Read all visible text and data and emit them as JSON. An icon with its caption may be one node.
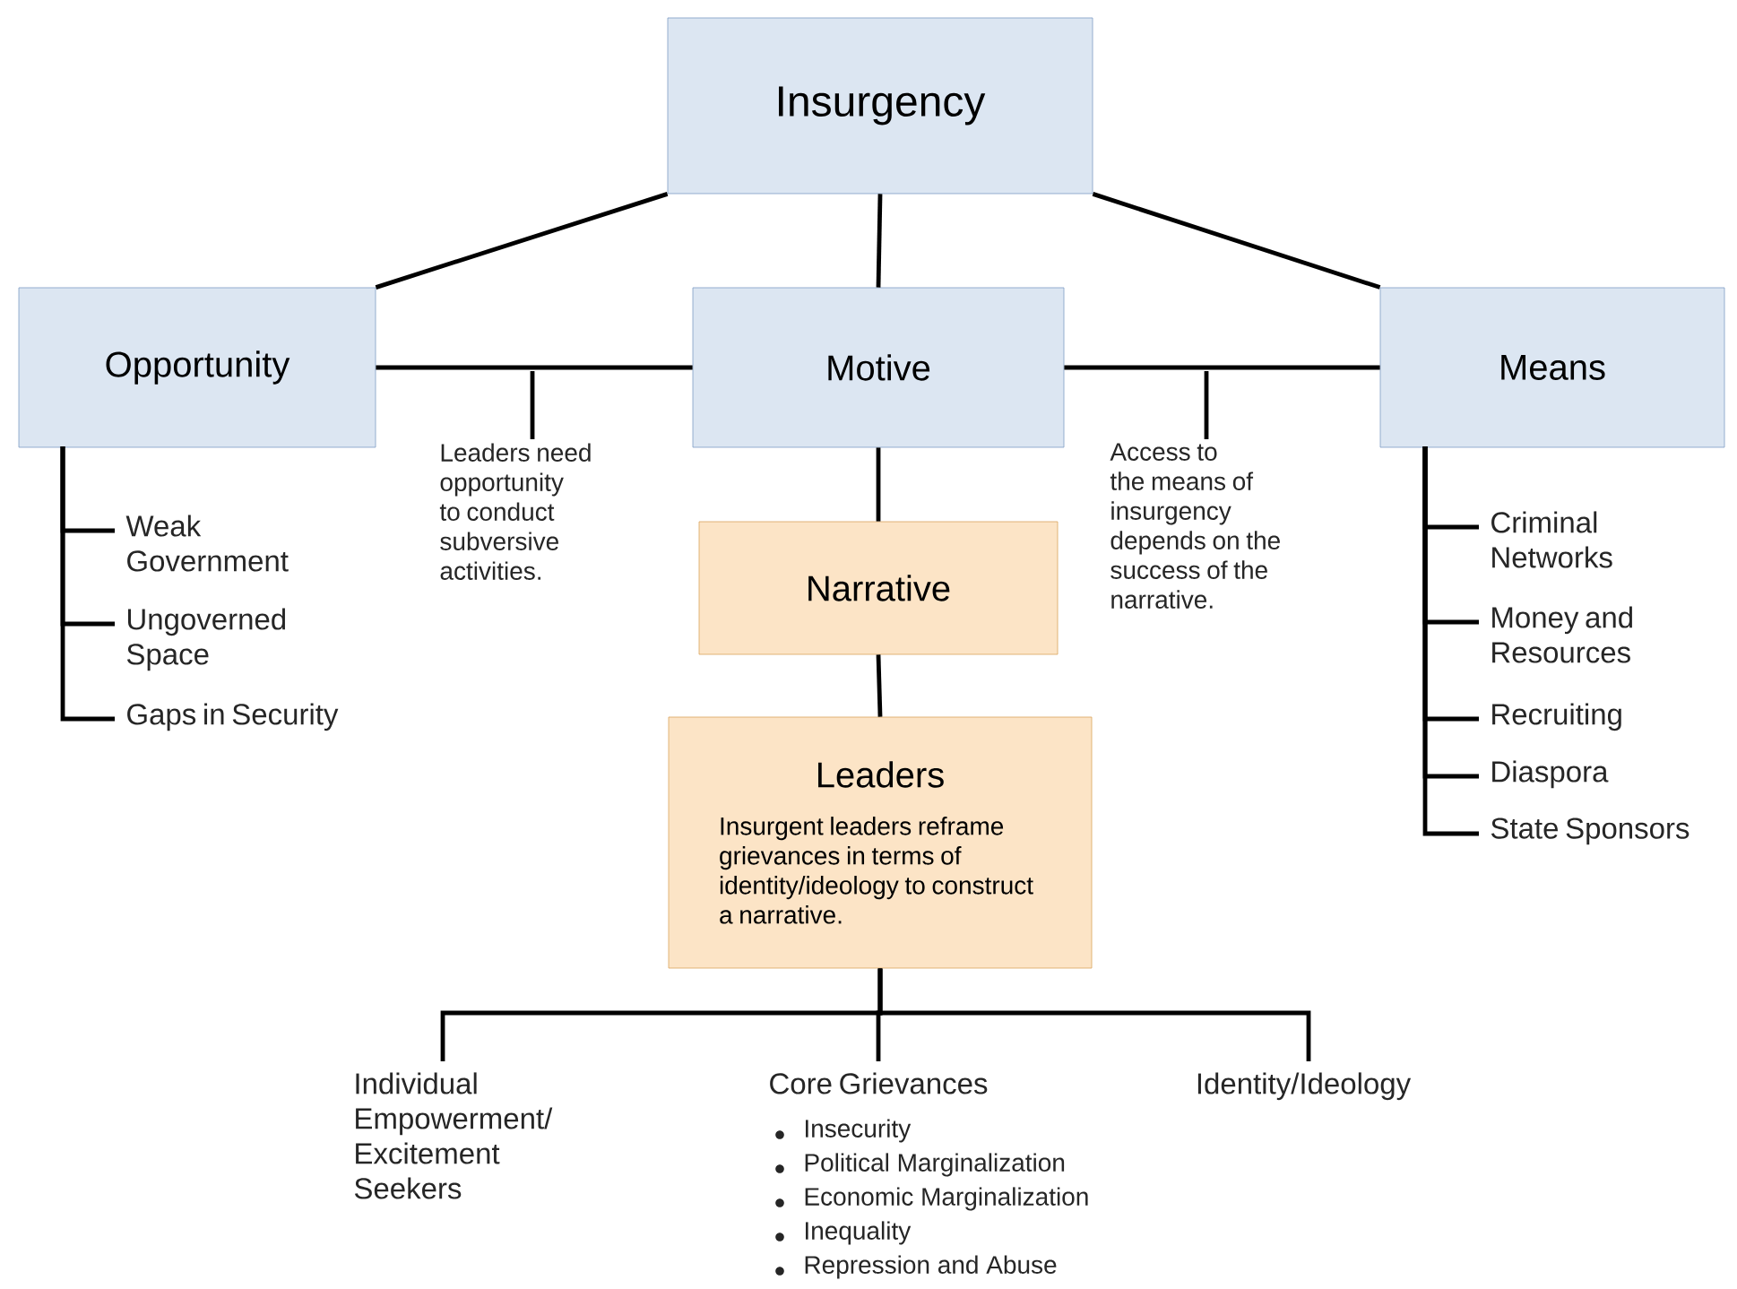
{
  "diagram": {
    "nodes": [
      {
        "text": [
          "Insurgency"
        ]
      },
      {
        "text": [
          "Opportunity"
        ]
      },
      {
        "text": [
          "Motive"
        ]
      },
      {
        "text": [
          "Means"
        ]
      },
      {
        "text": [
          "Narrative"
        ]
      },
      {
        "text": [
          "Leaders",
          "Insurgent leaders reframe grievances in terms of identity/ideology to construct a narrative."
        ]
      },
      {
        "text": [
          "Leaders need opportunity to conduct subversive activities."
        ]
      },
      {
        "text": [
          "Access to the means of insurgency depends on the success of the narrative."
        ]
      },
      {
        "text": [
          "Weak Government"
        ]
      },
      {
        "text": [
          "Ungoverned Space"
        ]
      },
      {
        "text": [
          "Gaps in Security"
        ]
      },
      {
        "text": [
          "Criminal Networks"
        ]
      },
      {
        "text": [
          "Money and Resources"
        ]
      },
      {
        "text": [
          "Recruiting"
        ]
      },
      {
        "text": [
          "Diaspora"
        ]
      },
      {
        "text": [
          "State Sponsors"
        ]
      },
      {
        "text": [
          "Individual Empowerment/ Excitement Seekers"
        ]
      },
      {
        "text": [
          "Core Grievances"
        ],
        "beside": [
          "Insecurity",
          "Political Marginalization",
          "Economic Marginalization",
          "Inequality",
          "Repression and Abuse"
        ]
      },
      {
        "text": [
          "Identity/Ideology"
        ]
      }
    ],
    "edges": [
      {
        "from": 0,
        "to": 1,
        "arrow": "none"
      },
      {
        "from": 0,
        "to": 2,
        "arrow": "none"
      },
      {
        "from": 0,
        "to": 3,
        "arrow": "none"
      },
      {
        "from": 1,
        "to": 2,
        "arrow": "none"
      },
      {
        "from": 2,
        "to": 3,
        "arrow": "none"
      },
      {
        "from": null,
        "to": 6,
        "arrow": "none"
      },
      {
        "from": null,
        "to": 7,
        "arrow": "none"
      },
      {
        "from": 2,
        "to": 4,
        "arrow": "none"
      },
      {
        "from": 4,
        "to": 5,
        "arrow": "none"
      },
      {
        "from": 1,
        "to": 8,
        "arrow": "none"
      },
      {
        "from": 1,
        "to": 9,
        "arrow": "none"
      },
      {
        "from": 1,
        "to": 10,
        "arrow": "none"
      },
      {
        "from": 3,
        "to": 11,
        "arrow": "none"
      },
      {
        "from": 3,
        "to": 12,
        "arrow": "none"
      },
      {
        "from": 3,
        "to": 13,
        "arrow": "none"
      },
      {
        "from": 3,
        "to": 14,
        "arrow": "none"
      },
      {
        "from": 3,
        "to": 15,
        "arrow": "none"
      },
      {
        "from": 5,
        "to": 16,
        "arrow": "none"
      },
      {
        "from": 5,
        "to": 17,
        "arrow": "none"
      },
      {
        "from": 5,
        "to": 18,
        "arrow": "none"
      }
    ]
  }
}
